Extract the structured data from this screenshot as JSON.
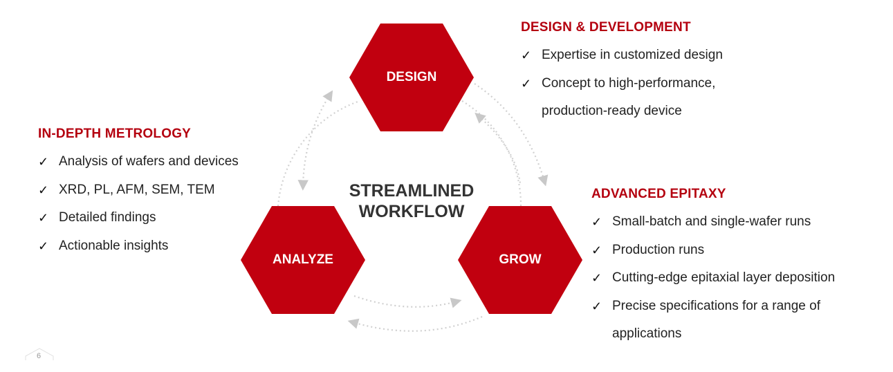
{
  "diagram": {
    "center_title_line1": "STREAMLINED",
    "center_title_line2": "WORKFLOW",
    "nodes": {
      "design": "DESIGN",
      "analyze": "ANALYZE",
      "grow": "GROW"
    },
    "colors": {
      "accent": "#c1000f",
      "heading": "#b4000f",
      "arrow": "#c8c8c8"
    }
  },
  "design_development": {
    "heading": "DESIGN & DEVELOPMENT",
    "items": [
      "Expertise in customized design",
      "Concept to high-performance,",
      "production-ready device"
    ]
  },
  "in_depth_metrology": {
    "heading": "IN-DEPTH METROLOGY",
    "items": [
      "Analysis of wafers and devices",
      "XRD, PL, AFM, SEM, TEM",
      "Detailed findings",
      "Actionable insights"
    ]
  },
  "advanced_epitaxy": {
    "heading": "ADVANCED EPITAXY",
    "items": [
      "Small-batch and single-wafer runs",
      "Production runs",
      "Cutting-edge epitaxial layer deposition",
      "Precise specifications for a range of",
      "applications"
    ]
  },
  "footer": {
    "page_number": "6"
  }
}
